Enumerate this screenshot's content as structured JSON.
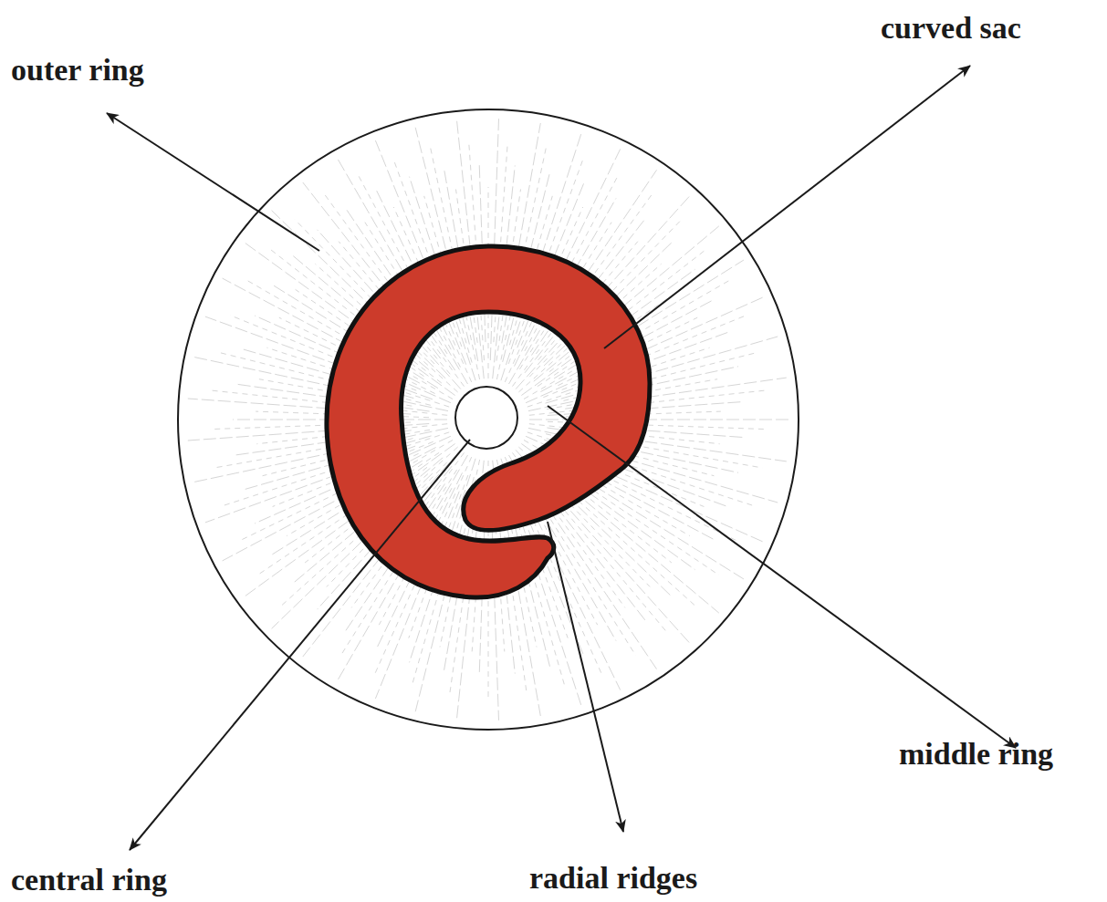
{
  "diagram": {
    "labels": [
      "outer ring",
      "curved sac",
      "middle ring",
      "central ring",
      "radial ridges"
    ]
  }
}
